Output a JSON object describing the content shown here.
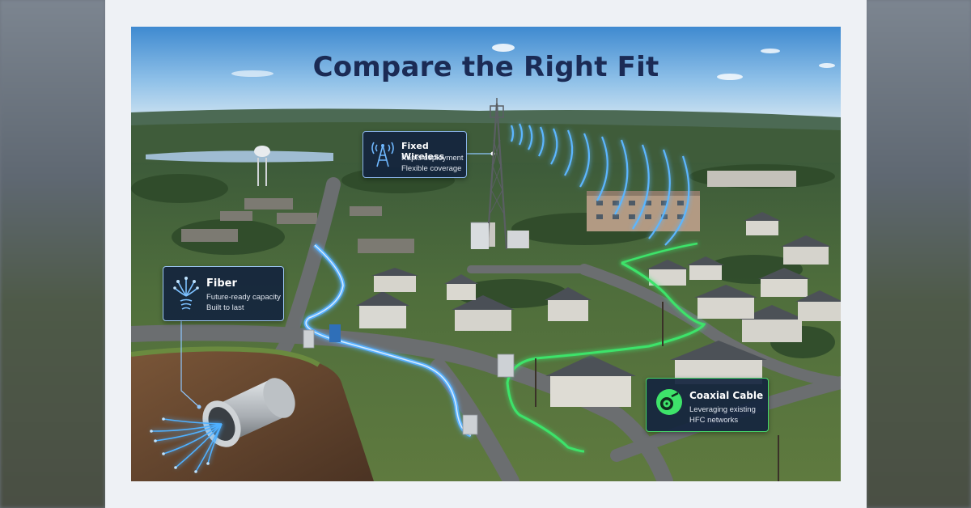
{
  "title": "Compare the Right Fit",
  "callouts": {
    "fixed_wireless": {
      "heading": "Fixed Wireless",
      "line1": "Rapid deployment",
      "line2": "Flexible coverage",
      "icon": "antenna-tower-icon",
      "accent": "#4da3ff"
    },
    "fiber": {
      "heading": "Fiber",
      "line1": "Future-ready capacity",
      "line2": "Built to last",
      "icon": "fiber-strands-icon",
      "accent": "#4da3ff"
    },
    "coaxial": {
      "heading": "Coaxial Cable",
      "line1": "Leveraging existing",
      "line2": "HFC networks",
      "icon": "coax-connector-icon",
      "accent": "#3ee36a"
    }
  }
}
